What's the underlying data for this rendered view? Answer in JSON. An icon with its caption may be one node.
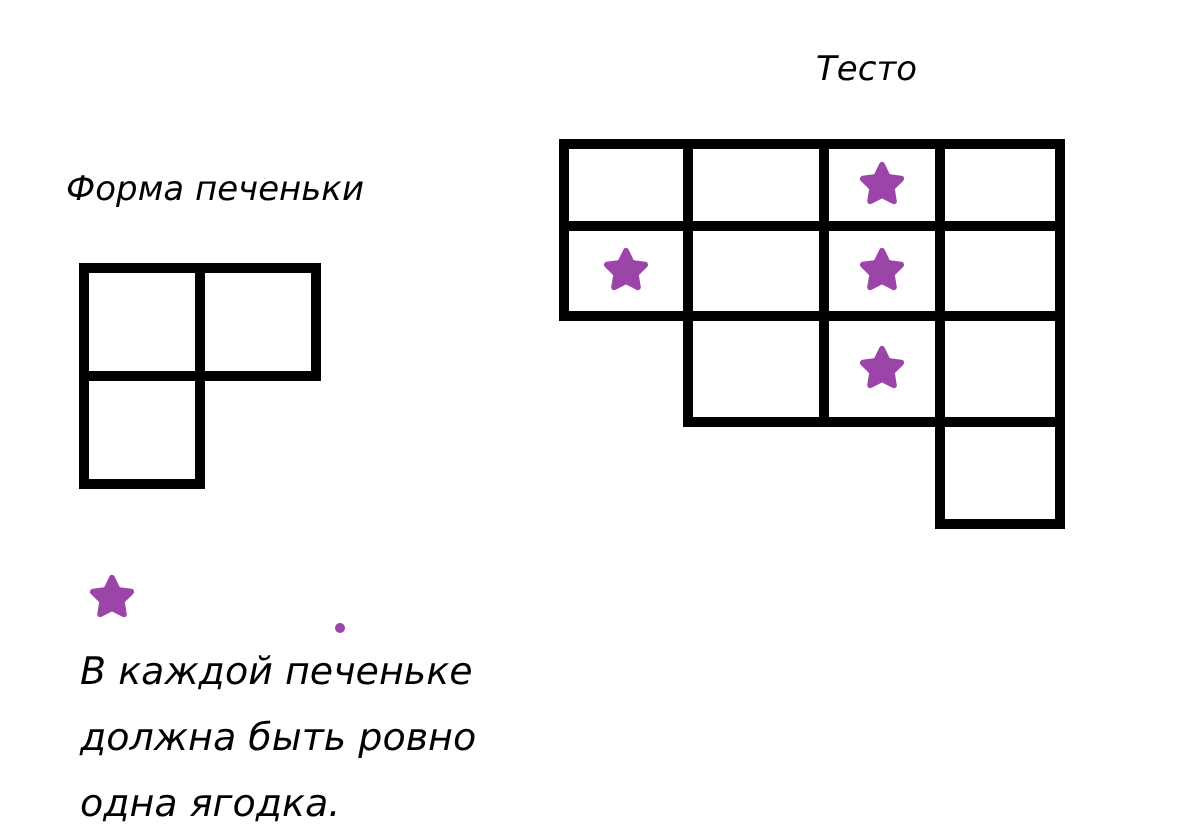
{
  "diagram": {
    "labels": [
      "Форма печеньки",
      "Тесто",
      "В каждой печеньке должна быть ровно одна ягодка."
    ]
  }
}
